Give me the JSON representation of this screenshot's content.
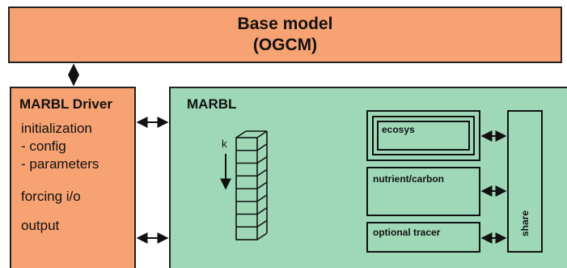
{
  "base_model": {
    "line1": "Base model",
    "line2": "(OGCM)"
  },
  "driver": {
    "title": "MARBL Driver",
    "lines": [
      "initialization",
      "- config",
      "- parameters",
      "forcing i/o",
      "output"
    ]
  },
  "marbl": {
    "title": "MARBL",
    "column_axis_label": "k",
    "modules": [
      "ecosys",
      "nutrient/carbon",
      "optional tracer"
    ],
    "share_label": "share"
  },
  "colors": {
    "base": "#f7a272",
    "marbl": "#9ed8b8",
    "stroke": "#111111"
  }
}
